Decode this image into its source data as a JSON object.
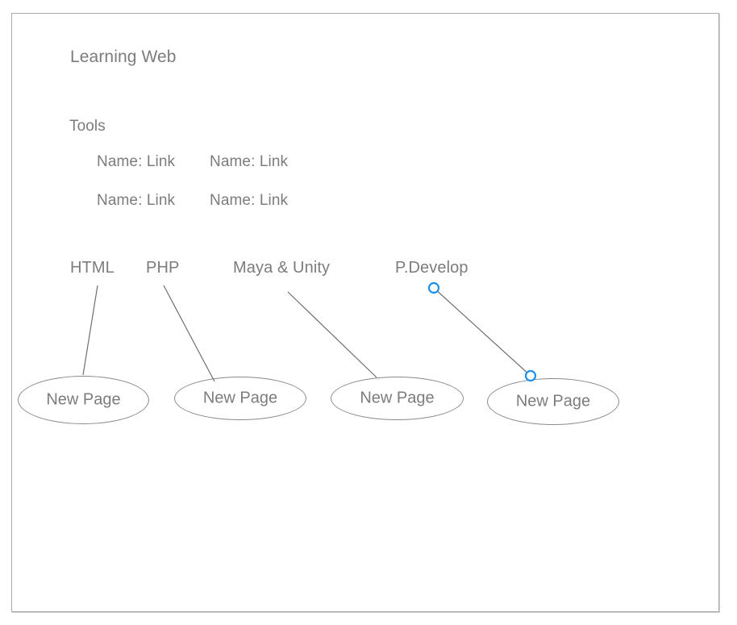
{
  "canvas": {
    "frame_border_color": "#a9a9a9",
    "background_color": "#ffffff",
    "text_color": "#7c7c7c",
    "shape_stroke_color": "#8a8a8a",
    "connector_color": "#6f6f6f",
    "selection_handle_color": "#1e90e8"
  },
  "document": {
    "title": "Learning Web"
  },
  "sections": [
    {
      "heading": "Tools",
      "rows": [
        [
          "Name: Link",
          "Name: Link"
        ],
        [
          "Name: Link",
          "Name: Link"
        ]
      ]
    }
  ],
  "branches": [
    {
      "label": "HTML"
    },
    {
      "label": "PHP"
    },
    {
      "label": "Maya & Unity"
    },
    {
      "label": "P.Develop"
    }
  ],
  "nodes": [
    {
      "label": "New Page"
    },
    {
      "label": "New Page"
    },
    {
      "label": "New Page"
    },
    {
      "label": "New Page"
    }
  ],
  "connectors": [
    {
      "from": "HTML",
      "to": "New Page",
      "selected": false
    },
    {
      "from": "PHP",
      "to": "New Page",
      "selected": false
    },
    {
      "from": "Maya & Unity",
      "to": "New Page",
      "selected": false
    },
    {
      "from": "P.Develop",
      "to": "New Page",
      "selected": true
    }
  ]
}
